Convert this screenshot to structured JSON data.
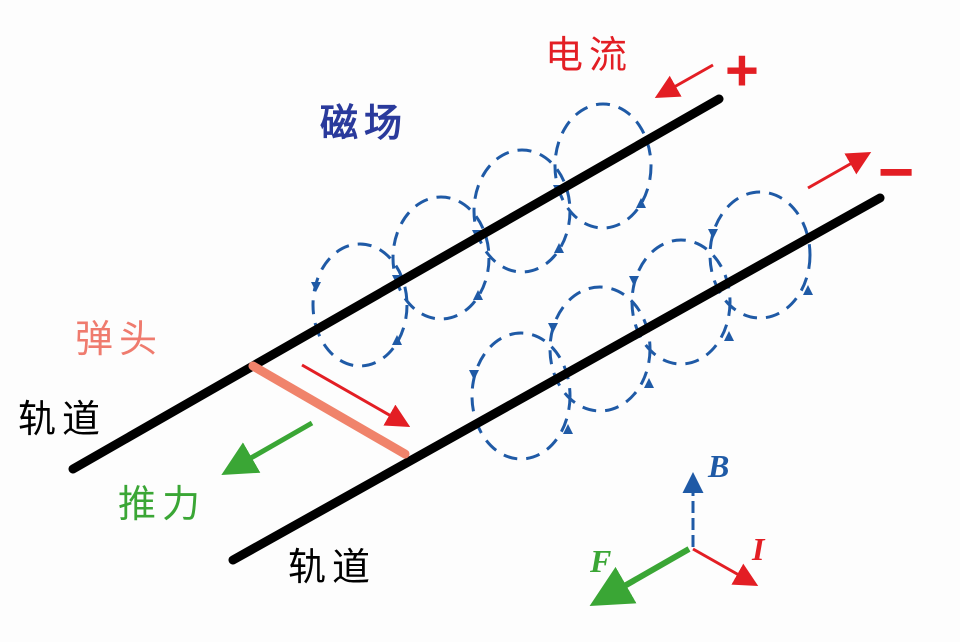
{
  "labels": {
    "current": "电流",
    "magnetic_field": "磁场",
    "projectile": "弹头",
    "rail_upper": "轨道",
    "rail_lower": "轨道",
    "thrust": "推力",
    "plus": "+",
    "minus": "−"
  },
  "axes": {
    "B": "B",
    "I": "I",
    "F": "F"
  },
  "colors": {
    "rail": "#000000",
    "field": "#1f5aa6",
    "current": "#e31e24",
    "projectile": "#f0836b",
    "force": "#3aa635",
    "field_label": "#2a3a9c",
    "projectile_label": "#ef7b6e"
  }
}
